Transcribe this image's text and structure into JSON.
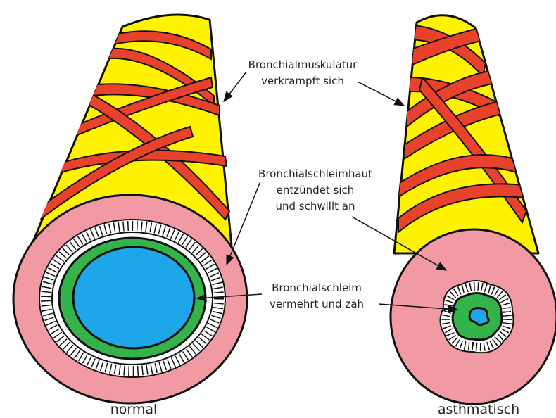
{
  "labels": {
    "muscle": [
      "Bronchialmuskulatur",
      "verkrampft sich"
    ],
    "mucosa": [
      "Bronchialschleimhaut",
      "entzündet sich",
      "und schwillt an"
    ],
    "mucus": [
      "Bronchialschleim",
      "vermehrt und zäh"
    ]
  },
  "captions": {
    "normal": "normal",
    "asthmatic": "asthmatisch"
  },
  "colors": {
    "tube": "#fff200",
    "muscle": "#e8412c",
    "mucosa": "#f29aa3",
    "mucus": "#33b34a",
    "lumen": "#1da7e8"
  }
}
